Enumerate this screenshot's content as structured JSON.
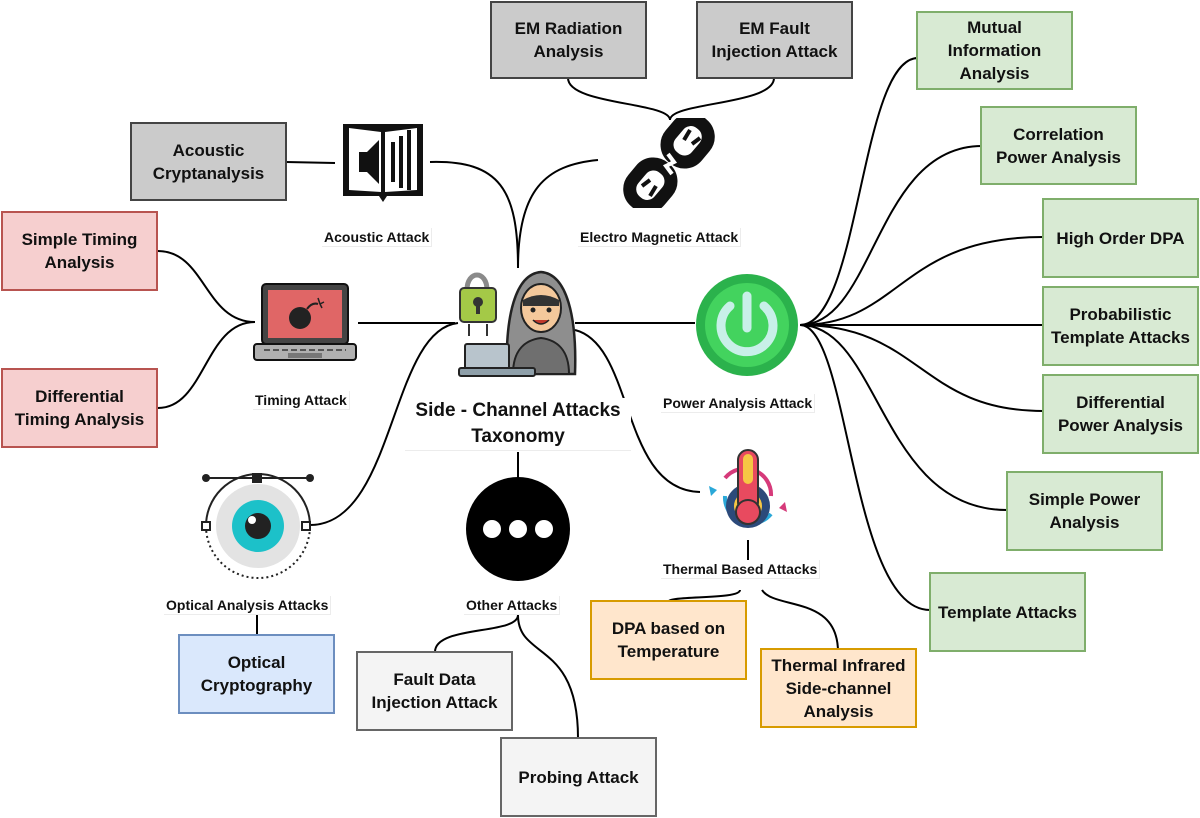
{
  "title": "Side - Channel Attacks\nTaxonomy",
  "categories": {
    "acoustic": "Acoustic Attack",
    "electromagnetic": "Electro Magnetic Attack",
    "timing": "Timing Attack",
    "power": "Power Analysis Attack",
    "optical": "Optical Analysis Attacks",
    "other": "Other Attacks",
    "thermal": "Thermal Based Attacks"
  },
  "leaves": {
    "em_radiation": "EM Radiation\nAnalysis",
    "em_fault": "EM Fault\nInjection Attack",
    "acoustic_crypt": "Acoustic\nCryptanalysis",
    "simple_timing": "Simple Timing\nAnalysis",
    "differential_timing": "Differential\nTiming Analysis",
    "optical_crypto": "Optical\nCryptography",
    "fault_data": "Fault Data\nInjection Attack",
    "probing": "Probing Attack",
    "dpa_temp": "DPA based on\nTemperature",
    "thermal_ir": "Thermal Infrared\nSide-channel\nAnalysis",
    "mutual_info": "Mutual\nInformation\nAnalysis",
    "correlation": "Correlation\nPower Analysis",
    "high_order": "High Order DPA",
    "probabilistic": "Probabilistic\nTemplate Attacks",
    "differential_power": "Differential\nPower Analysis",
    "simple_power": "Simple Power\nAnalysis",
    "template": "Template Attacks"
  },
  "colors": {
    "em": "#cbcbcb",
    "power": "#d8ead3",
    "timing": "#f6cfcf",
    "optical": "#dae8fc",
    "thermal": "#ffe6cc",
    "other": "#f4f4f4"
  },
  "icons": {
    "acoustic": "speaker-book-icon",
    "electromagnetic": "broken-chain-icon",
    "timing": "laptop-bomb-icon",
    "power": "power-button-icon",
    "optical": "eye-icon",
    "other": "ellipsis-icon",
    "thermal": "thermometer-gear-icon",
    "center": "hacker-icon"
  }
}
